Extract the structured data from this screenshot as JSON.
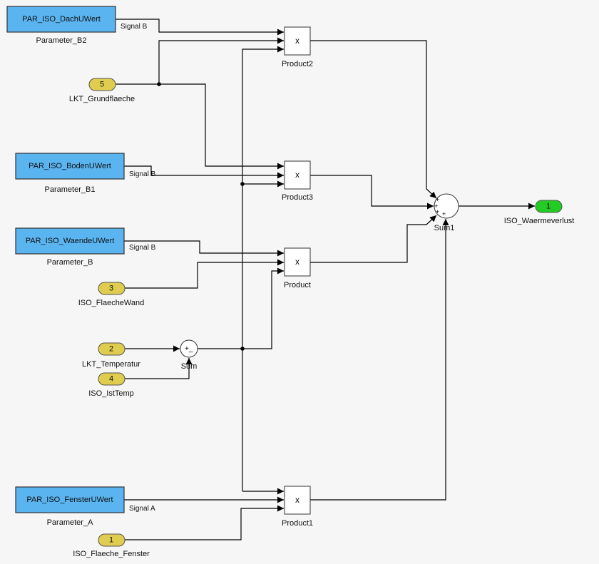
{
  "colors": {
    "parameter_block": "#5ab4f0",
    "inport": "#e0cc4e",
    "outport": "#22cc22",
    "background": "#f6f6f6"
  },
  "parameters": [
    {
      "text": "PAR_ISO_DachUWert",
      "label": "Parameter_B2",
      "signal": "Signal B"
    },
    {
      "text": "PAR_ISO_BodenUWert",
      "label": "Parameter_B1",
      "signal": "Signal B"
    },
    {
      "text": "PAR_ISO_WaendeUWert",
      "label": "Parameter_B",
      "signal": "Signal B"
    },
    {
      "text": "PAR_ISO_FensterUWert",
      "label": "Parameter_A",
      "signal": "Signal A"
    }
  ],
  "inports": [
    {
      "num": "5",
      "label": "LKT_Grundflaeche"
    },
    {
      "num": "3",
      "label": "ISO_FlaecheWand"
    },
    {
      "num": "2",
      "label": "LKT_Temperatur"
    },
    {
      "num": "4",
      "label": "ISO_IstTemp"
    },
    {
      "num": "1",
      "label": "ISO_Flaeche_Fenster"
    }
  ],
  "outport": {
    "num": "1",
    "label": "ISO_Waermeverlust"
  },
  "products": [
    {
      "symbol": "x",
      "label": "Product2"
    },
    {
      "symbol": "x",
      "label": "Product3"
    },
    {
      "symbol": "x",
      "label": "Product"
    },
    {
      "symbol": "x",
      "label": "Product1"
    }
  ],
  "sum": {
    "label": "Sum",
    "signs": "+_"
  },
  "sum1": {
    "label": "Sum1",
    "sign": "+"
  }
}
